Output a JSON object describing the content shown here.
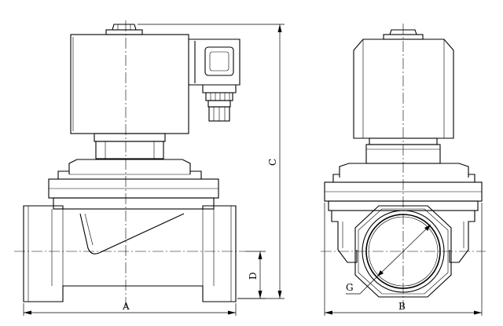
{
  "diagram": {
    "dimension_labels": {
      "A": "A",
      "B": "B",
      "C": "C",
      "D": "D",
      "G": "G"
    }
  }
}
